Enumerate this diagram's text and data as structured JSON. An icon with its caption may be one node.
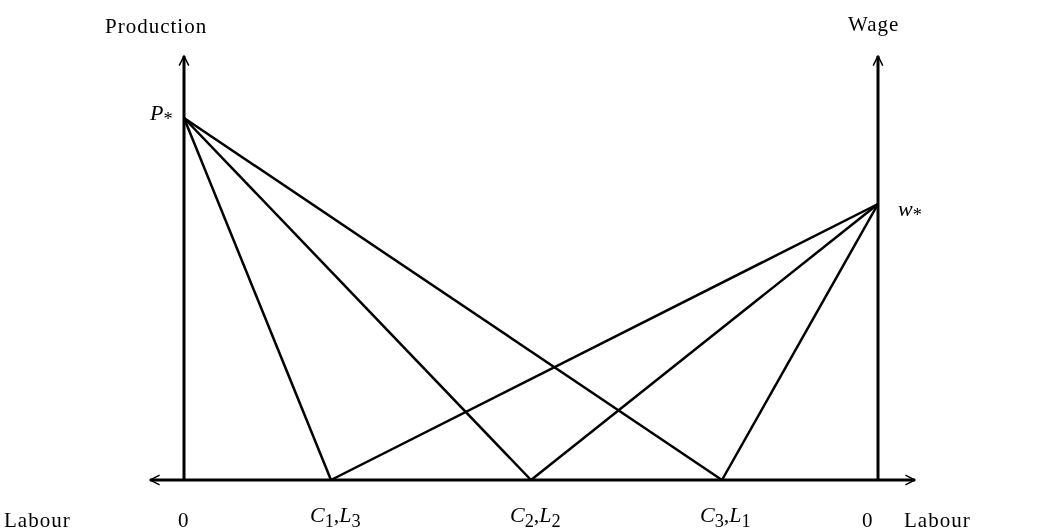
{
  "diagram": {
    "nodes": [
      {
        "text": [
          "*P*$_{*}$"
        ]
      },
      {
        "text": [
          "*w*$_{*}$"
        ]
      },
      {
        "text": [
          "*C*$_{1}$,*L*$_{3}$"
        ]
      },
      {
        "text": [
          "*C*$_{2}$,*L*$_{2}$"
        ]
      },
      {
        "text": [
          "*C*$_{3}$,*L*$_{1}$"
        ]
      }
    ],
    "edges": [
      {
        "from": 0,
        "to": 2,
        "arrow": "none"
      },
      {
        "from": 0,
        "to": 3,
        "arrow": "none"
      },
      {
        "from": 0,
        "to": 4,
        "arrow": "none"
      },
      {
        "from": 1,
        "to": 2,
        "arrow": "none"
      },
      {
        "from": 1,
        "to": 3,
        "arrow": "none"
      },
      {
        "from": 1,
        "to": 4,
        "arrow": "none"
      }
    ],
    "labels": [
      "Production",
      "Wage",
      "Labour",
      "0",
      "0",
      "Labour"
    ]
  }
}
